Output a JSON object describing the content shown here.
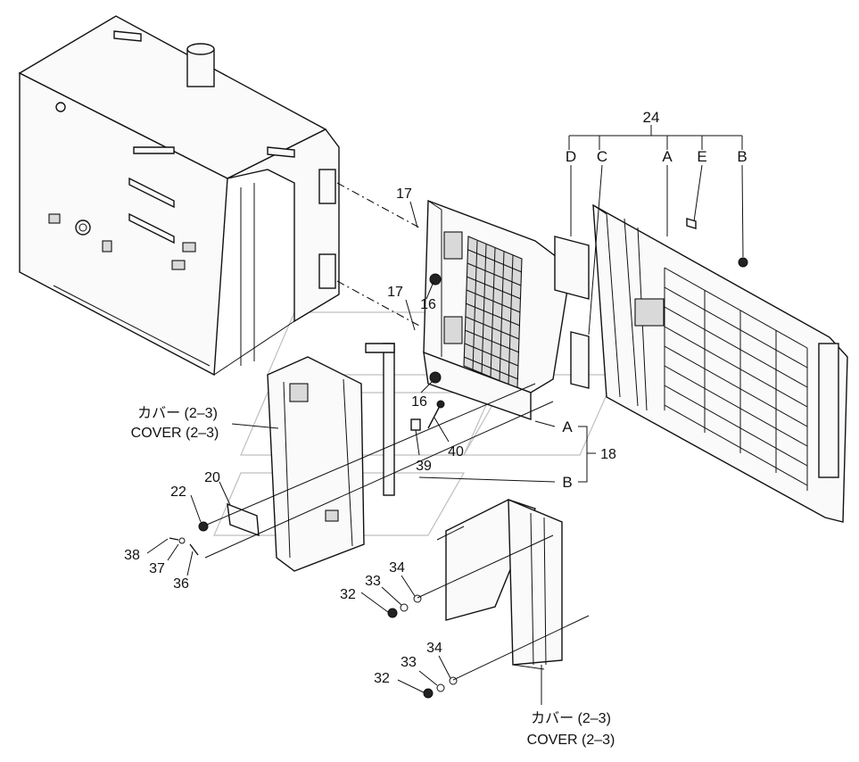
{
  "labels": {
    "p24": "24",
    "d": "D",
    "c": "C",
    "a_top": "A",
    "e": "E",
    "b_top": "B",
    "p17a": "17",
    "p17b": "17",
    "p16a": "16",
    "p16b": "16",
    "p39": "39",
    "p40": "40",
    "a_mid": "A",
    "b_mid": "B",
    "p18": "18",
    "p20": "20",
    "p22": "22",
    "p38": "38",
    "p37": "37",
    "p36": "36",
    "p34a": "34",
    "p33a": "33",
    "p32a": "32",
    "p34b": "34",
    "p33b": "33",
    "p32b": "32"
  },
  "callouts": {
    "left_jp": "カバー (2–3)",
    "left_en": "COVER (2–3)",
    "bottom_jp": "カバー (2–3)",
    "bottom_en": "COVER (2–3)"
  }
}
